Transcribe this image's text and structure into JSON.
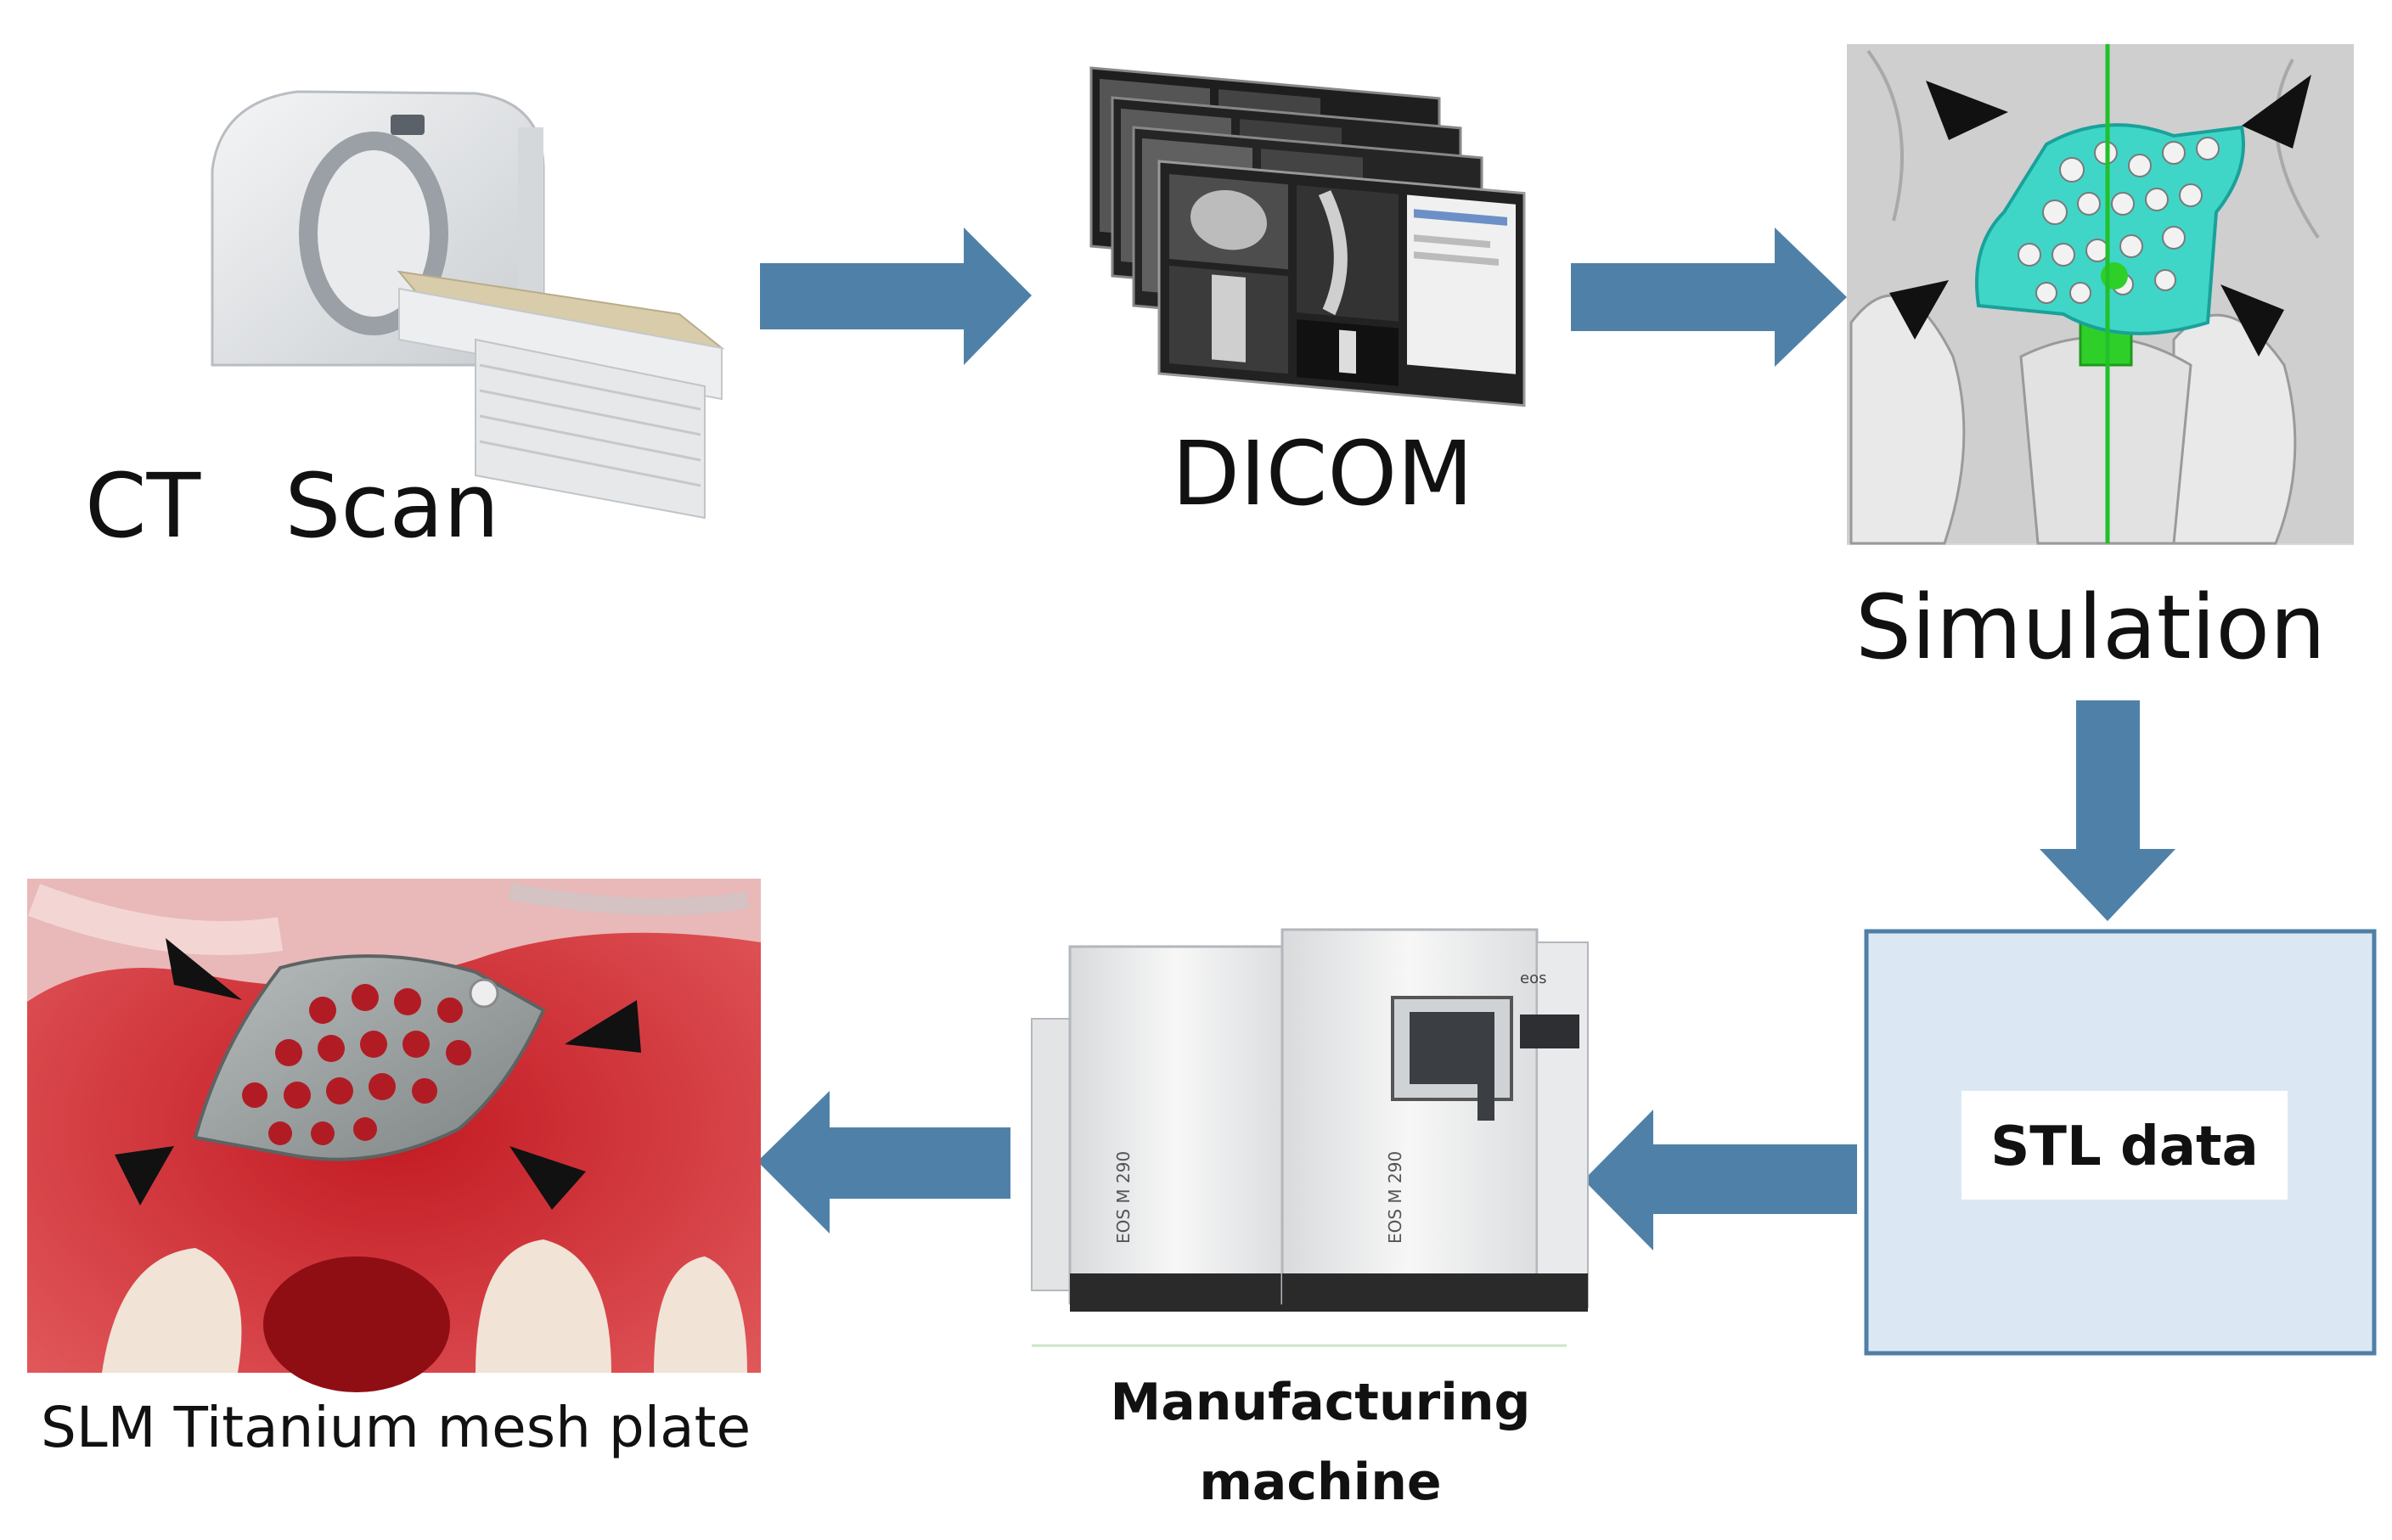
{
  "diagram": {
    "steps": {
      "ct_scan": "CT   Scan",
      "dicom": "DICOM",
      "simulation": "Simulation",
      "stl_data": "STL data",
      "manufacturing_line1": "Manufacturing",
      "manufacturing_line2": "machine",
      "slm_plate": "SLM Titanium mesh plate"
    },
    "machine_model": "EOS M 290",
    "colors": {
      "arrow": "#4f81a8",
      "stl_box_fill": "#dbe8f4",
      "stl_box_border": "#4f7fa7",
      "implant": "#3fd6c8",
      "guide_line": "#22c02a"
    }
  }
}
